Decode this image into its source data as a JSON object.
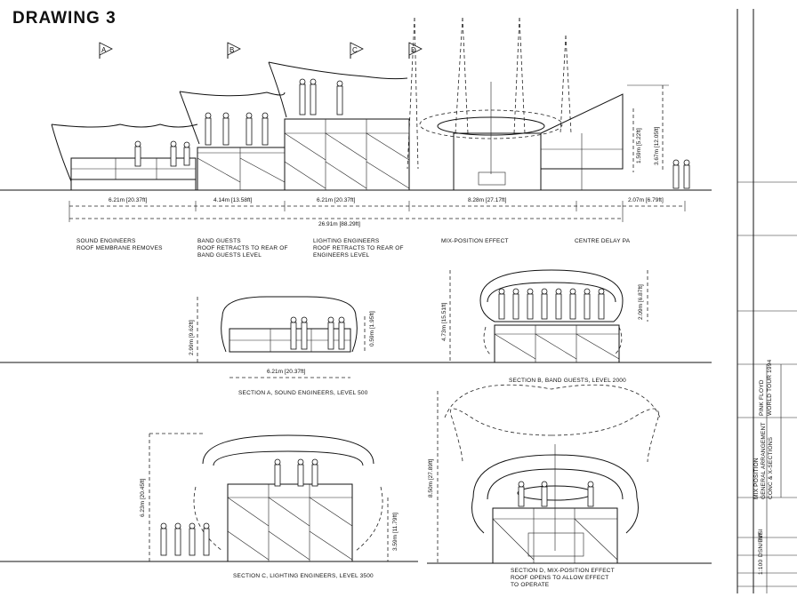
{
  "title": "DRAWING 3",
  "markers": [
    "A",
    "B",
    "C",
    "D"
  ],
  "elevation": {
    "dimensions": {
      "a": "6.21m [20.37ft]",
      "b": "4.14m [13.58ft]",
      "c": "6.21m [20.37ft]",
      "d": "8.28m [27.17ft]",
      "e": "2.07m [6.79ft]",
      "total": "26.91m [88.29ft]",
      "v1": "1.59m [5.22ft]",
      "v2": "3.67m [12.05ft]"
    },
    "labels": {
      "sound_1": "SOUND ENGINEERS",
      "sound_2": "ROOF MEMBRANE REMOVES",
      "band_1": "BAND GUESTS",
      "band_2": "ROOF RETRACTS TO REAR OF",
      "band_3": "BAND GUESTS LEVEL",
      "light_1": "LIGHTING ENGINEERS",
      "light_2": "ROOF RETRACTS TO REAR OF",
      "light_3": "ENGINEERS LEVEL",
      "mix": "MIX-POSITION EFFECT",
      "delay": "CENTRE DELAY PA"
    }
  },
  "sections": {
    "a": {
      "caption": "SECTION A, SOUND ENGINEERS, LEVEL 500",
      "width": "6.21m [20.37ft]",
      "height": "2.99m [9.62ft]",
      "inner": "0.59m [1.95ft]"
    },
    "b": {
      "caption": "SECTION B, BAND GUESTS, LEVEL 2000",
      "height": "4.73m [15.51ft]",
      "inner": "2.09m [6.87ft]"
    },
    "c": {
      "caption": "SECTION C, LIGHTING ENGINEERS, LEVEL 3500",
      "height": "6.23m [20.45ft]",
      "inner": "3.59m [11.79ft]"
    },
    "d": {
      "caption_1": "SECTION D, MIX-POSITION EFFECT",
      "caption_2": "ROOF OPENS TO ALLOW EFFECT",
      "caption_3": "TO OPERATE",
      "height": "8.50m [27.89ft]"
    }
  },
  "title_block": {
    "client_1": "PINK FLOYD",
    "client_2": "WORLD TOUR 1994",
    "desc_1": "MIX POSITION",
    "desc_2": "GENERAL ARRANGEMENT",
    "desc_3": "CONC & X-SECTIONS",
    "drawn": "MF",
    "drawing_no": "DSN/EVSI",
    "scale": "1:100"
  }
}
